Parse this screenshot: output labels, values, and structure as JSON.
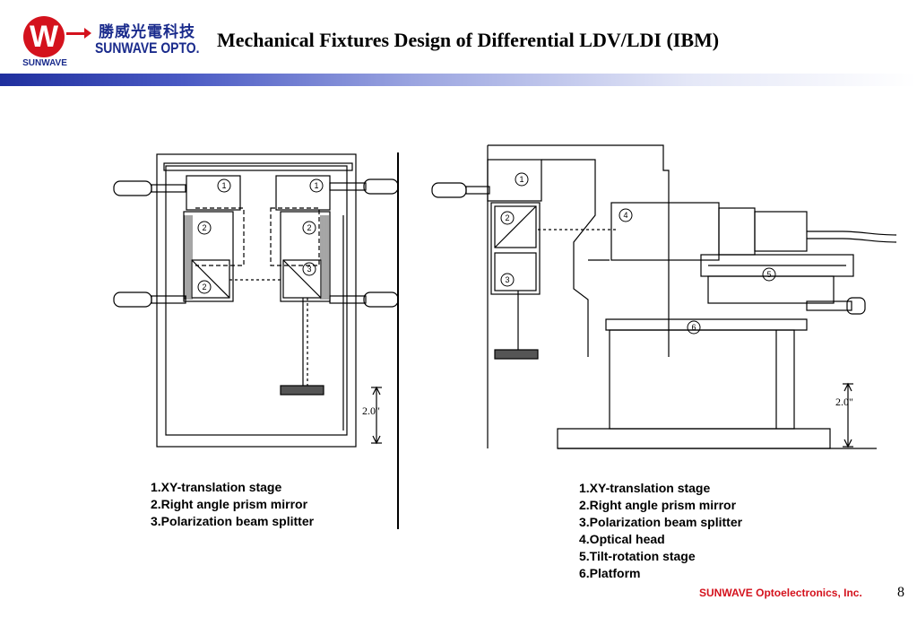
{
  "logo": {
    "mark": "W",
    "chinese_name": "勝威光電科技",
    "english_name": "SUNWAVE OPTO.",
    "sub_label": "SUNWAVE"
  },
  "slide": {
    "title": "Mechanical Fixtures Design of Differential LDV/LDI (IBM)",
    "page_number": "8"
  },
  "figures": {
    "left": {
      "dimension_label": "2.0\"",
      "callouts": [
        "1",
        "1",
        "2",
        "2",
        "2",
        "3"
      ],
      "legend": [
        "1.XY-translation stage",
        "2.Right angle prism mirror",
        "3.Polarization beam splitter"
      ]
    },
    "right": {
      "dimension_label": "2.0\"",
      "callouts": [
        "1",
        "2",
        "3",
        "4",
        "5",
        "6"
      ],
      "legend": [
        "1.XY-translation stage",
        "2.Right angle prism mirror",
        "3.Polarization beam splitter",
        "4.Optical head",
        "5.Tilt-rotation stage",
        "6.Platform"
      ]
    }
  },
  "footer": {
    "company": "SUNWAVE Optoelectronics, Inc."
  },
  "colors": {
    "brand_red": "#d4121d",
    "brand_blue": "#1a2b8c"
  }
}
